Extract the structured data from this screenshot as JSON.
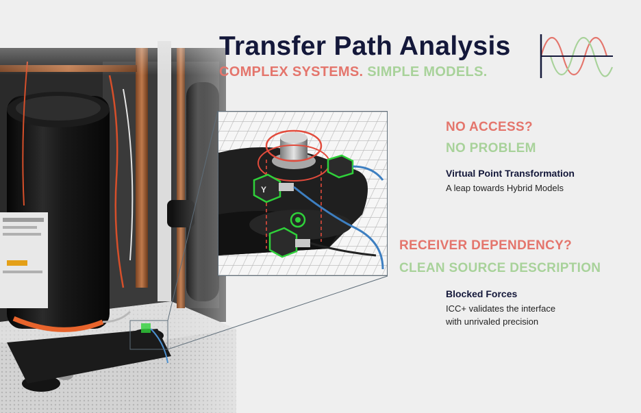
{
  "header": {
    "title": "Transfer Path Analysis",
    "subtitle_part1": "COMPLEX SYSTEMS.",
    "subtitle_part2": "SIMPLE MODELS."
  },
  "section_virtual_point": {
    "question": "NO ACCESS?",
    "answer": "NO PROBLEM",
    "feature_title": "Virtual Point Transformation",
    "feature_desc": "A leap towards Hybrid Models"
  },
  "section_blocked_forces": {
    "question": "RECEIVER DEPENDENCY?",
    "answer": "CLEAN SOURCE DESCRIPTION",
    "feature_title": "Blocked Forces",
    "feature_desc_line1": "ICC+ validates the interface",
    "feature_desc_line2": "with unrivaled precision"
  },
  "inset": {
    "sensor_label": "Y"
  },
  "colors": {
    "navy": "#14183a",
    "accent_red": "#e4756c",
    "accent_green": "#a8d29a",
    "sensor_green": "#2fd13a"
  },
  "icons": [
    "sine-wave-logo-icon",
    "triaxial-sensor-icon",
    "virtual-point-icon",
    "bolt-icon"
  ]
}
